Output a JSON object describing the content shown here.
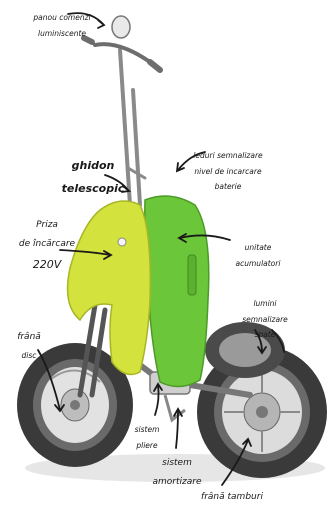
{
  "annotations": {
    "display_panel": {
      "lines": [
        "panou comenzi",
        "luminiscente"
      ]
    },
    "handlebar": {
      "lines": [
        "ghidon",
        "telescopic"
      ]
    },
    "battery_leds": {
      "lines": [
        "leduri semnalizare",
        "nivel de incarcare",
        "baterie"
      ]
    },
    "charging_socket": {
      "lines": [
        "Priza",
        "de încărcare",
        "220V"
      ]
    },
    "battery_units": {
      "lines": [
        "unitate",
        "acumulatori"
      ]
    },
    "signal_lights": {
      "lines": [
        "lumini",
        "semnalizare",
        "spate"
      ]
    },
    "disc_brake": {
      "lines": [
        "frână",
        "disc"
      ]
    },
    "folding_system": {
      "lines": [
        "sistem",
        "pliere"
      ]
    },
    "suspension": {
      "lines": [
        "sistem",
        "amortizare"
      ]
    },
    "drum_brake": {
      "lines": [
        "frână tamburi"
      ]
    }
  },
  "colors": {
    "front_body": "#d3e23c",
    "rear_body": "#6cc63a",
    "tire": "#3d3d3d",
    "rim": "#d8d8d8",
    "ink": "#1a1a1a"
  }
}
